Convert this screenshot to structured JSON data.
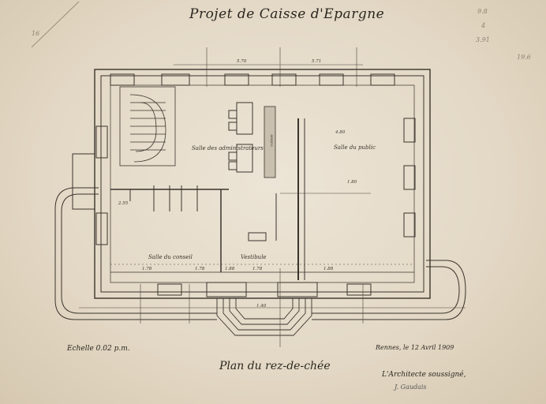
{
  "drawing": {
    "title": "Projet de Caisse d'Epargne",
    "subtitle": "Plan du rez-de-chée",
    "scale_note": "Echelle 0.02 p.m.",
    "date_place": "Rennes, le 12 Avril 1909",
    "architect_caption": "L'Architecte soussigné,",
    "signature": "J. Gaudais"
  },
  "rooms": {
    "administrators": "Salle des administrateurs",
    "public": "Salle du public",
    "council": "Salle du conseil",
    "vestibule": "Vestibule",
    "vault": "caisse"
  },
  "dimensions": {
    "top_left": "5.70",
    "top_right": "5.71",
    "left_1": "2.55",
    "public_1": "4.80",
    "public_2": "1.80",
    "bottom_1": "1.78",
    "bottom_2": "1.78",
    "bottom_3": "1.88",
    "bottom_4": "1.78",
    "bottom_5": "1.88",
    "entry": "1.40"
  },
  "pencil_notes": {
    "top_left": "16",
    "top_right_1": "9.8",
    "top_right_2": "4",
    "top_right_3": "3.91",
    "right_edge": "19.6"
  }
}
